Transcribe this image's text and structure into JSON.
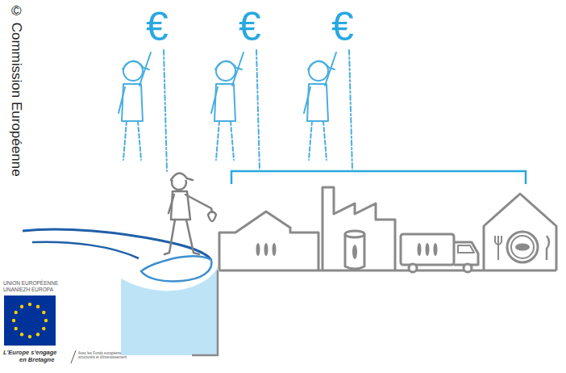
{
  "diagram": {
    "labels": [
      "© Commission Européenne",
      "€",
      "€",
      "€",
      "UNION EUROPÉENNE",
      "UNANIEZH EUROPA",
      "L'Europe s'engage",
      "en Bretagne",
      "Avec les Fonds européens structurels et d'investissement"
    ]
  }
}
